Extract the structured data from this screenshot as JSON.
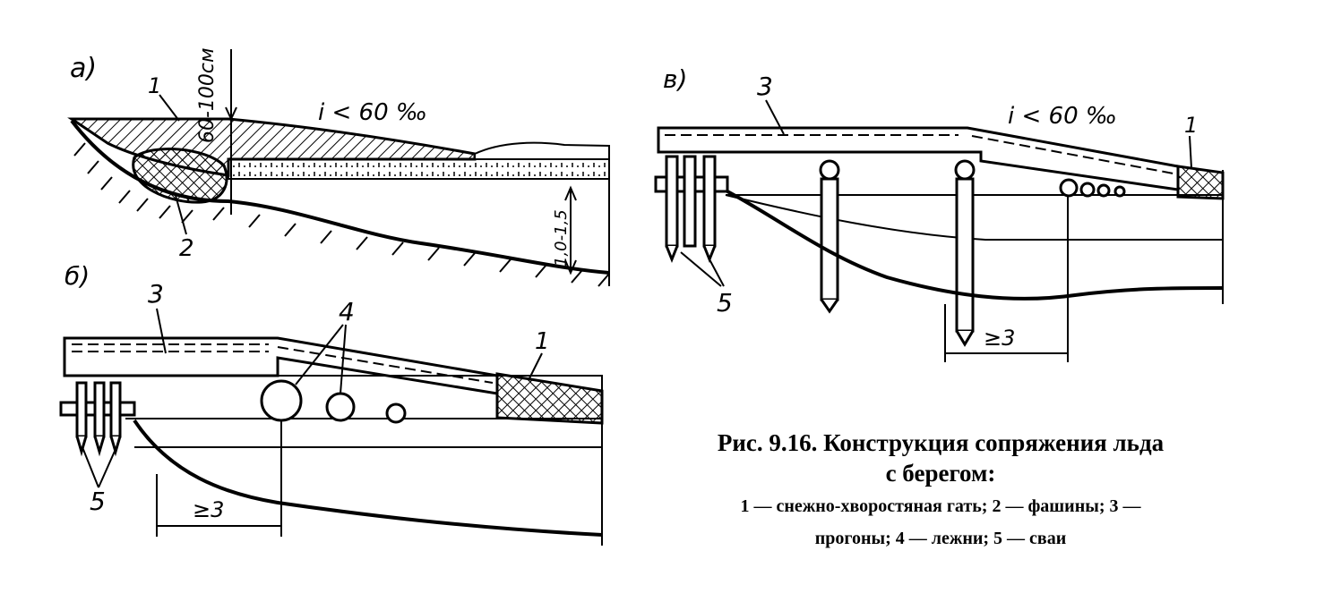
{
  "figure": {
    "panel_a": {
      "letter": "а)",
      "label_1": "1",
      "label_2": "2",
      "dim_thickness": "60-100см",
      "slope": "i < 60 ‰",
      "dim_depth": "1,0-1,5"
    },
    "panel_b": {
      "letter": "б)",
      "label_3": "3",
      "label_4": "4",
      "label_1": "1",
      "label_5": "5",
      "dim_span": "≥3"
    },
    "panel_c": {
      "letter": "в)",
      "label_3": "3",
      "slope": "i < 60 ‰",
      "label_1": "1",
      "label_5": "5",
      "dim_span": "≥3"
    }
  },
  "caption": {
    "title_line1": "Рис. 9.16. Конструкция сопряжения льда",
    "title_line2": "с берегом:",
    "legend_line1": "1 — снежно-хворостяная гать; 2 — фашины; 3 —",
    "legend_line2": "прогоны; 4 — лежни; 5 — сваи"
  }
}
